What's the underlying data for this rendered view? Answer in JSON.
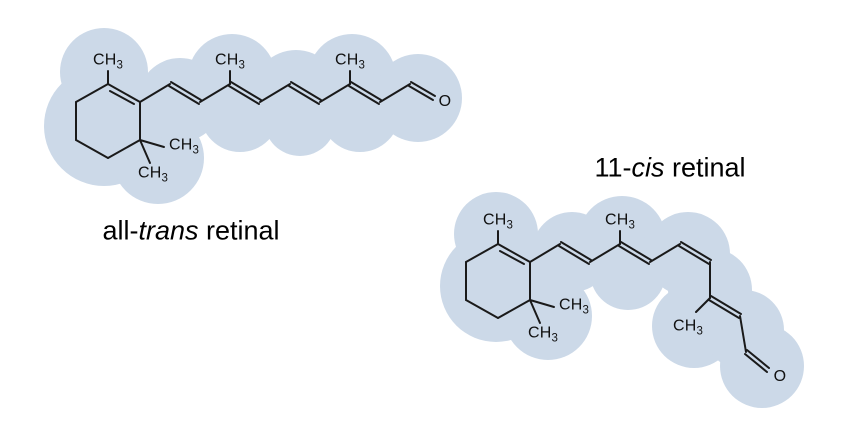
{
  "figure": {
    "background_color": "#ffffff",
    "highlight_color": "#ccd9e8",
    "bond_color": "#1a1a1a"
  },
  "labels": {
    "methyl_main": "CH",
    "methyl_sub": "3",
    "oxygen": "O"
  },
  "molecules": [
    {
      "id": "all-trans-retinal",
      "caption": {
        "prefix": "all-",
        "italic": "trans",
        "suffix": " retinal"
      },
      "substituent_labels": [
        "CH3",
        "CH3",
        "CH3",
        "CH3",
        "CH3"
      ],
      "terminal_label": "O"
    },
    {
      "id": "11-cis-retinal",
      "caption": {
        "prefix": "11-",
        "italic": "cis",
        "suffix": " retinal"
      },
      "substituent_labels": [
        "CH3",
        "CH3",
        "CH3",
        "CH3",
        "CH3"
      ],
      "terminal_label": "O"
    }
  ]
}
